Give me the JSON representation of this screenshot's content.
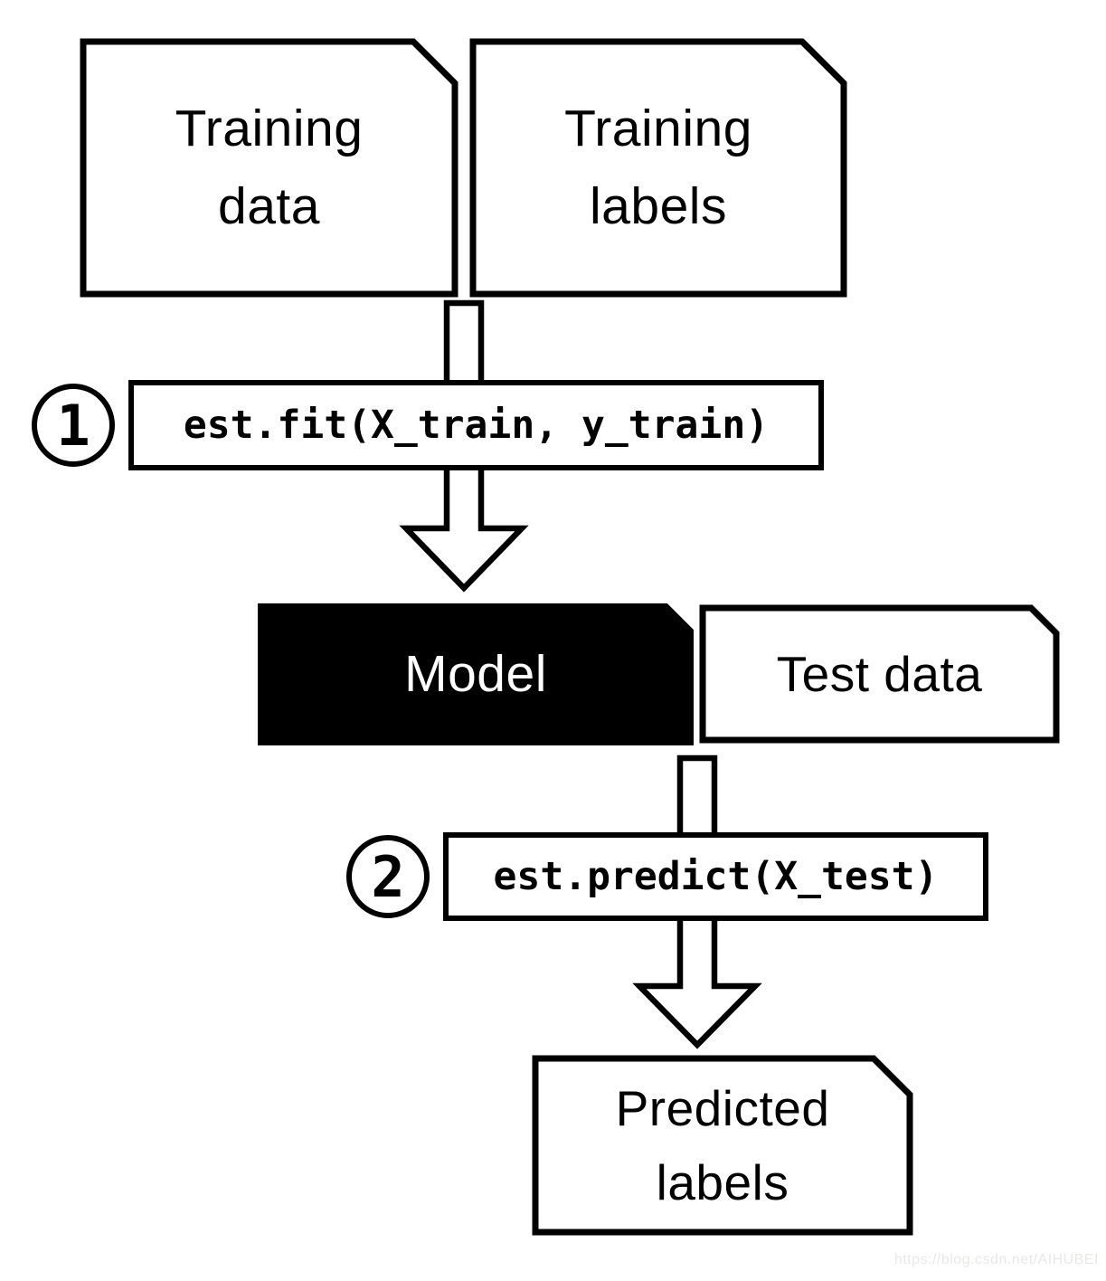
{
  "diagram": {
    "title_hint": "scikit-learn estimator fit/predict workflow",
    "nodes": {
      "training_data": {
        "label": "Training\ndata"
      },
      "training_labels": {
        "label": "Training\nlabels"
      },
      "model": {
        "label": "Model"
      },
      "test_data": {
        "label": "Test data"
      },
      "predicted_labels": {
        "label": "Predicted\nlabels"
      }
    },
    "steps": [
      {
        "number": "1",
        "code": "est.fit(X_train, y_train)"
      },
      {
        "number": "2",
        "code": "est.predict(X_test)"
      }
    ],
    "colors": {
      "stroke": "#000000",
      "box_fill": "#ffffff",
      "model_fill": "#000000",
      "model_text": "#ffffff",
      "watermark_text": "#e9e8e6"
    },
    "watermark": "https://blog.csdn.net/AIHUBEI"
  }
}
